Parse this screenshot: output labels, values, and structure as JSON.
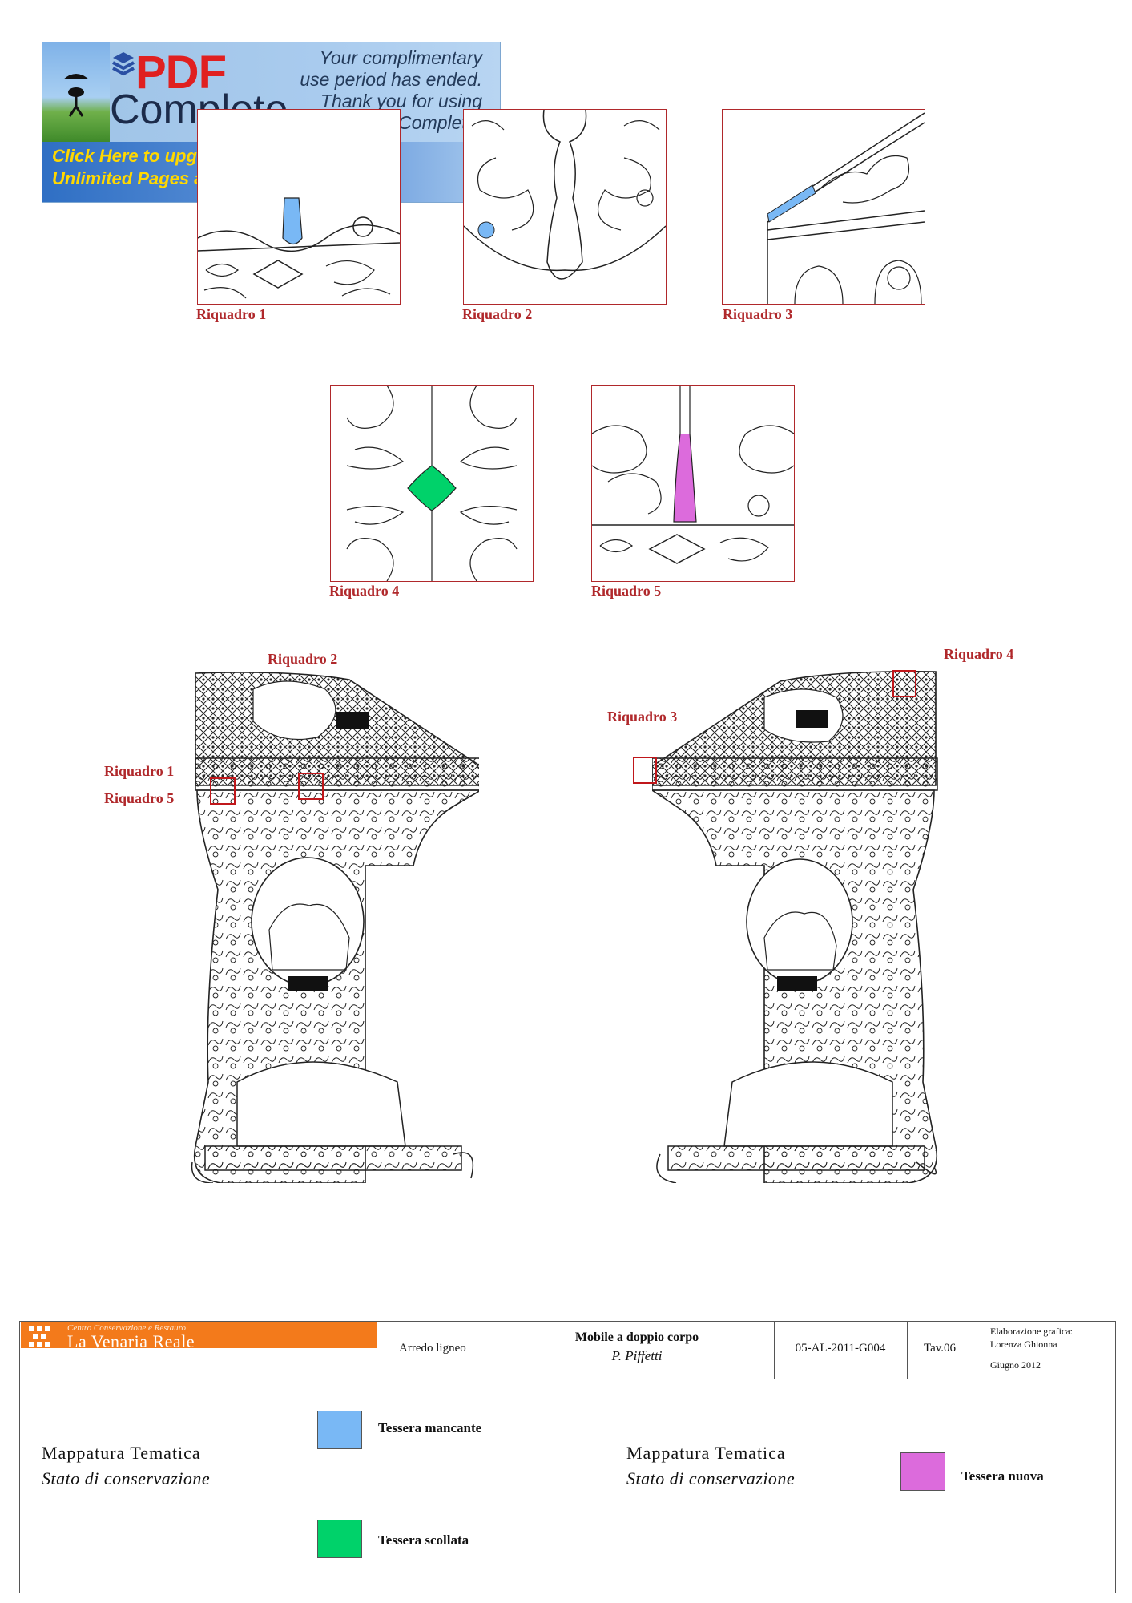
{
  "banner": {
    "logo_pdf": "PDF",
    "logo_complete": "Complete",
    "message": "Your complimentary\nuse period has ended.\nThank you for using\nPDF Complete.",
    "cta": "Click Here to upgrade to\nUnlimited Pages and Expanded Features"
  },
  "frames": {
    "f1": "Riquadro 1",
    "f2": "Riquadro 2",
    "f3": "Riquadro 3",
    "f4": "Riquadro 4",
    "f5": "Riquadro 5"
  },
  "markers": {
    "m1": "Riquadro 1",
    "m2": "Riquadro 2",
    "m3": "Riquadro 3",
    "m4": "Riquadro 4",
    "m5": "Riquadro 5"
  },
  "title_block": {
    "org_small": "Centro Conservazione e Restauro",
    "org_name": "La Venaria Reale",
    "category": "Arredo ligneo",
    "object_title": "Mobile a doppio corpo",
    "author": "P. Piffetti",
    "code": "05-AL-2011-G004",
    "table": "Tav.06",
    "credit_label": "Elaborazione grafica:",
    "credit_name": "Lorenza Ghionna",
    "date": "Giugno  2012"
  },
  "legend": {
    "heading_left": "Mappatura Tematica",
    "subheading_left": "Stato di conservazione",
    "heading_right": "Mappatura Tematica",
    "subheading_right": "Stato di conservazione",
    "items": [
      {
        "label": "Tessera mancante",
        "color": "#79b8f5"
      },
      {
        "label": "Tessera scollata",
        "color": "#00d26a"
      },
      {
        "label": "Tessera nuova",
        "color": "#dc6bdc"
      }
    ]
  }
}
